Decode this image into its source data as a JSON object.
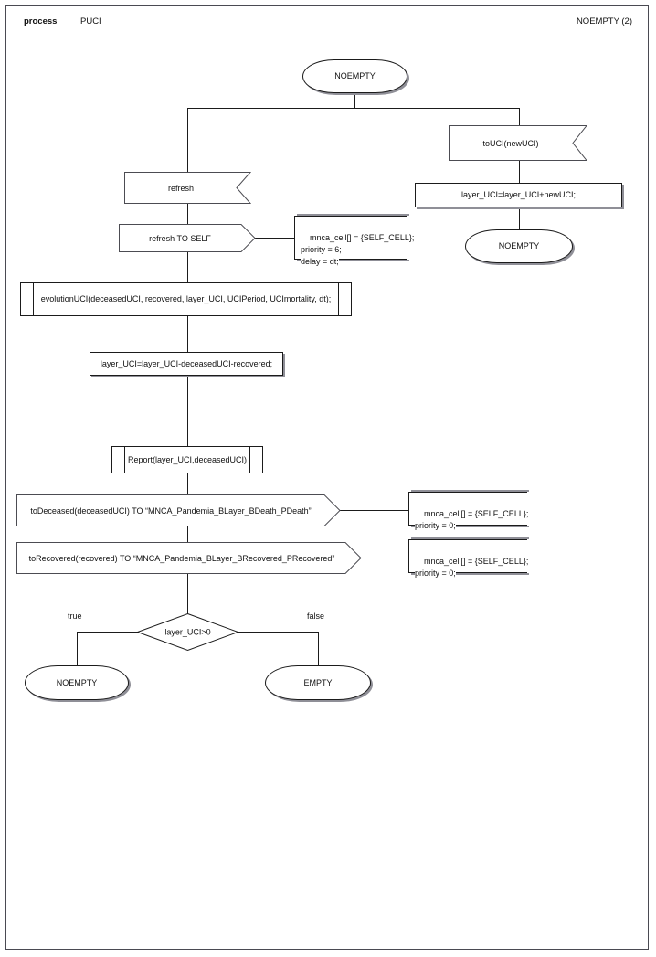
{
  "page": {
    "header": {
      "kind": "process",
      "name": "PUCI",
      "state_ref": "NOEMPTY (2)"
    },
    "border_color": "#4a4a52",
    "line_color": "#1b1b1b",
    "shadow_color": "#8f8f97"
  },
  "diagram": {
    "type": "sdl-process-flow",
    "nodes": {
      "start_state": {
        "label": "NOEMPTY",
        "shape": "state"
      },
      "input_touci": {
        "label": "toUCI(newUCI)",
        "shape": "input-signal"
      },
      "task_add_uci": {
        "label": "layer_UCI=layer_UCI+newUCI;",
        "shape": "task"
      },
      "end_state_right": {
        "label": "NOEMPTY",
        "shape": "state"
      },
      "input_refresh": {
        "label": "refresh",
        "shape": "input-signal"
      },
      "output_refresh_self": {
        "label": "refresh TO SELF",
        "shape": "output-signal"
      },
      "comment_refresh": {
        "label": "mnca_cell[] = {SELF_CELL};\npriority = 6;\ndelay = dt;",
        "shape": "comment"
      },
      "proc_evolution": {
        "label": "evolutionUCI(deceasedUCI, recovered, layer_UCI, UCIPeriod, UCImortality, dt);",
        "shape": "procedure-call"
      },
      "task_subtract": {
        "label": "layer_UCI=layer_UCI-deceasedUCI-recovered;",
        "shape": "task"
      },
      "proc_report": {
        "label": "Report(layer_UCI,deceasedUCI)",
        "shape": "procedure-call"
      },
      "output_deceased": {
        "label": "toDeceased(deceasedUCI) TO “MNCA_Pandemia_BLayer_BDeath_PDeath”",
        "shape": "output-signal"
      },
      "comment_deceased": {
        "label": "mnca_cell[] = {SELF_CELL};\npriority = 0;",
        "shape": "comment"
      },
      "output_recovered": {
        "label": "toRecovered(recovered) TO “MNCA_Pandemia_BLayer_BRecovered_PRecovered”",
        "shape": "output-signal"
      },
      "comment_recovered": {
        "label": "mnca_cell[] = {SELF_CELL};\npriority = 0;",
        "shape": "comment"
      },
      "decision": {
        "label": "layer_UCI>0",
        "shape": "decision"
      },
      "branch_true_label": {
        "label": "true"
      },
      "branch_false_label": {
        "label": "false"
      },
      "end_state_noempty": {
        "label": "NOEMPTY",
        "shape": "state"
      },
      "end_state_empty": {
        "label": "EMPTY",
        "shape": "state"
      }
    }
  }
}
